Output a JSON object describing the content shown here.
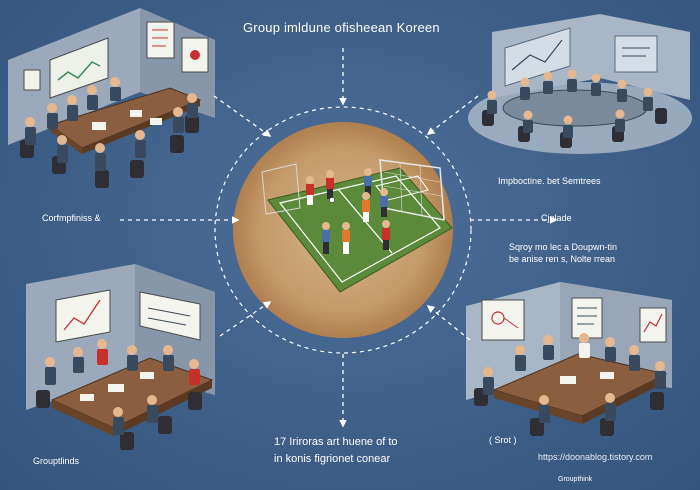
{
  "title": "Group imldune ofisheean Koreen",
  "labels": {
    "left": "Corfmpfiniss &",
    "right_top": "Impboctine. bet Semtrees",
    "right_mid": "Cjplade",
    "right_lines": [
      "Sqroy mo lec a Doupwn-tin",
      "be anise ren s, Nolte rrean"
    ],
    "bottom_lines": [
      "17 Iriroras art huene of to",
      "in konis figrionet conear"
    ],
    "bottom_left": "Grouptlinds",
    "bottom_right": "( Srot )",
    "bottom_right_caption": "Groupthink"
  },
  "watermark": "https://doonablog.tistory.com",
  "colors": {
    "background": "#3f6089",
    "wall": "#9aa7b8",
    "table": "#8a5e3e",
    "field": "#5a8a3a",
    "dirt": "#c39a6c",
    "jersey_red": "#c8302a",
    "jersey_orange": "#e07a2a",
    "jersey_blue": "#4a6fa8"
  },
  "scenes": [
    {
      "name": "top-left-meeting-room-scene",
      "icon": "conference-room-illustration"
    },
    {
      "name": "top-right-meeting-room-scene",
      "icon": "round-table-meeting-illustration"
    },
    {
      "name": "center-soccer-field-scene",
      "icon": "soccer-field-illustration"
    },
    {
      "name": "bottom-left-meeting-room-scene",
      "icon": "group-discussion-illustration"
    },
    {
      "name": "bottom-right-meeting-room-scene",
      "icon": "boardroom-illustration"
    }
  ]
}
